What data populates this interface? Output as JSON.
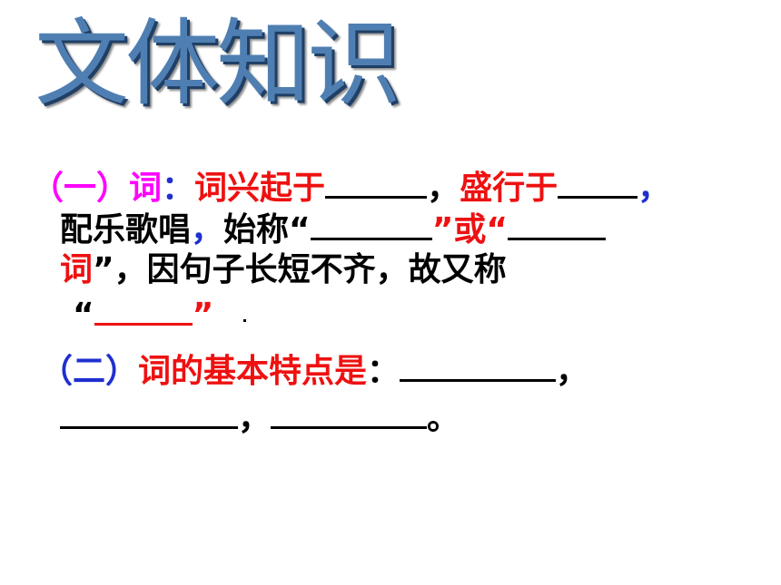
{
  "title": "文体知识",
  "section1": {
    "marker": "（一）",
    "head": "词",
    "colon": "：",
    "part1": "词兴起于",
    "comma1": "，",
    "part2": "盛行于",
    "comma2": "，",
    "line2_text": "配乐歌唱",
    "line2_comma": "，",
    "line2_text2": "始称“",
    "line2_quote_close": "”或“",
    "line3_ci": "词",
    "line3_text": "”，因句子长短不齐，故又称",
    "line4_open": "“",
    "line4_close": "”"
  },
  "section2": {
    "marker": "（二）",
    "head": "词的基本特点是",
    "colon": "：",
    "comma1": "，",
    "comma2": "，",
    "end": "。"
  }
}
